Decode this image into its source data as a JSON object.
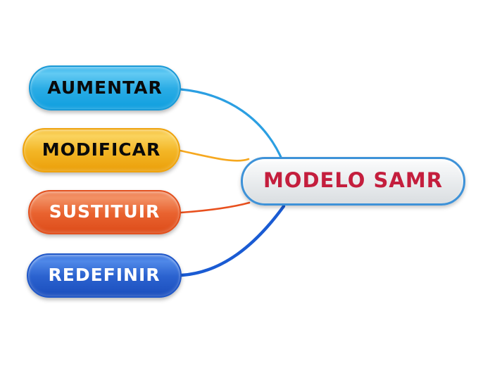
{
  "app": {
    "view": "mind-map-canvas",
    "background_color": "#ffffff"
  },
  "diagram": {
    "root": {
      "label": "MODELO SAMR",
      "text_color": "#c41e3d",
      "border_color": "#3e92d8",
      "fill": [
        "#fcfdfd",
        "#f6f7f8",
        "#e9ecee",
        "#dadee1"
      ]
    },
    "branches": [
      {
        "label": "AUMENTAR",
        "text_color": "#0a0a0a",
        "border_color": "#1a9ad7",
        "fill": [
          "#3eb7ec",
          "#62caf3",
          "#2aace5",
          "#0f9fdf"
        ],
        "connector_color": "#2b9fe2"
      },
      {
        "label": "MODIFICAR",
        "text_color": "#0a0a0a",
        "border_color": "#efa30d",
        "fill": [
          "#f6c33e",
          "#fad35e",
          "#f3b626",
          "#eb9f09"
        ],
        "connector_color": "#f6a81f"
      },
      {
        "label": "SUSTITUIR",
        "text_color": "#ffffff",
        "border_color": "#e2511f",
        "fill": [
          "#ef8255",
          "#f29064",
          "#e96330",
          "#dd4c19"
        ],
        "connector_color": "#e8501e"
      },
      {
        "label": "REDEFINIR",
        "text_color": "#ffffff",
        "border_color": "#2158c8",
        "fill": [
          "#4179e0",
          "#4f88e8",
          "#2b62cf",
          "#1b4ebd"
        ],
        "connector_color": "#1a5bd3"
      }
    ]
  }
}
